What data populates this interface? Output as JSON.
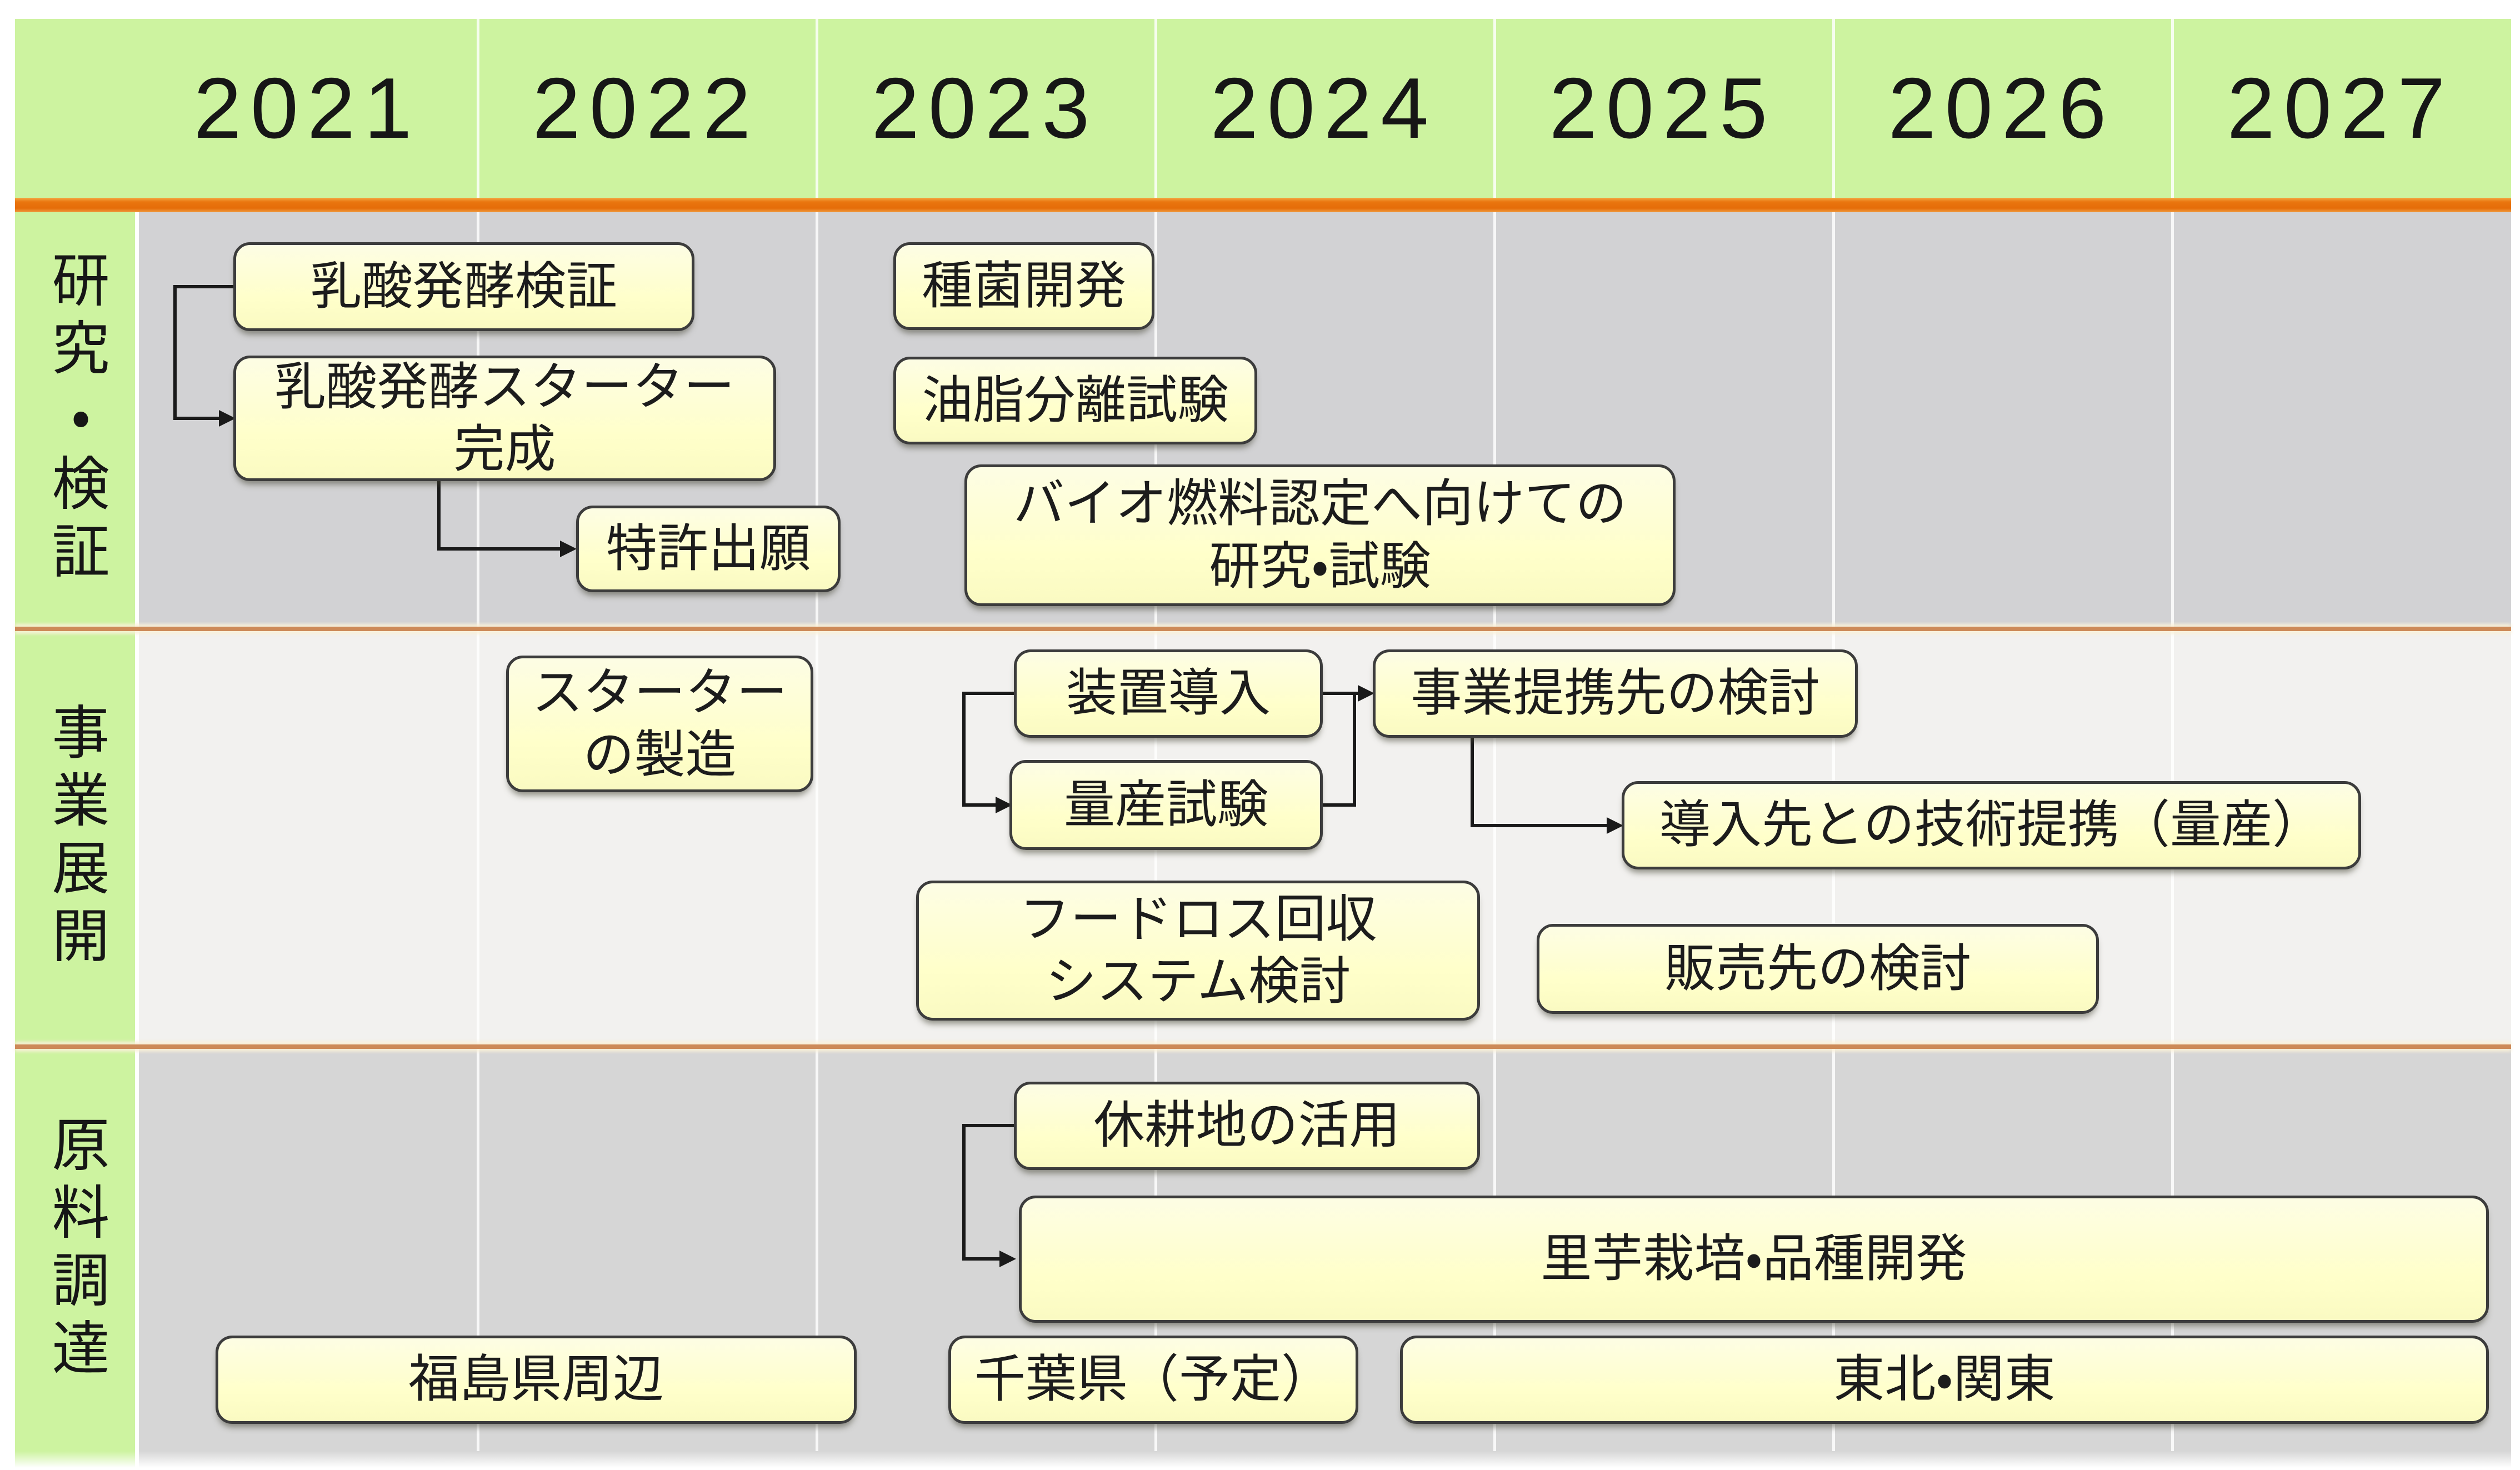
{
  "header": {
    "years": [
      "2021",
      "2022",
      "2023",
      "2024",
      "2025",
      "2026",
      "2027"
    ]
  },
  "rows": [
    {
      "label": "研究・検証",
      "boxes": [
        {
          "label": "乳酸発酵検証"
        },
        {
          "label": "乳酸発酵スターター\n完成"
        },
        {
          "label": "特許出願"
        },
        {
          "label": "種菌開発"
        },
        {
          "label": "油脂分離試験"
        },
        {
          "label": "バイオ燃料認定へ向けての\n研究・試験"
        }
      ]
    },
    {
      "label": "事業展開",
      "boxes": [
        {
          "label": "スターター\nの製造"
        },
        {
          "label": "装置導入"
        },
        {
          "label": "量産試験"
        },
        {
          "label": "事業提携先の検討"
        },
        {
          "label": "導入先との技術提携（量産）"
        },
        {
          "label": "フードロス回収\nシステム検討"
        },
        {
          "label": "販売先の検討"
        }
      ]
    },
    {
      "label": "原料調達",
      "boxes": [
        {
          "label": "休耕地の活用"
        },
        {
          "label": "里芋栽培・品種開発"
        },
        {
          "label": "福島県周辺"
        },
        {
          "label": "千葉県（予定）"
        },
        {
          "label": "東北・関東"
        }
      ]
    }
  ],
  "colors": {
    "header_green": "#cdf3a0",
    "accent_orange": "#e8700e",
    "row_separator_orange": "#cd8a58",
    "row_gray": "#d2d2d4",
    "row_light_gray": "#f2f1ef",
    "box_fill": "#ffffcc",
    "box_border": "#3c3c3c",
    "arrow_color": "#1a1a1a"
  }
}
